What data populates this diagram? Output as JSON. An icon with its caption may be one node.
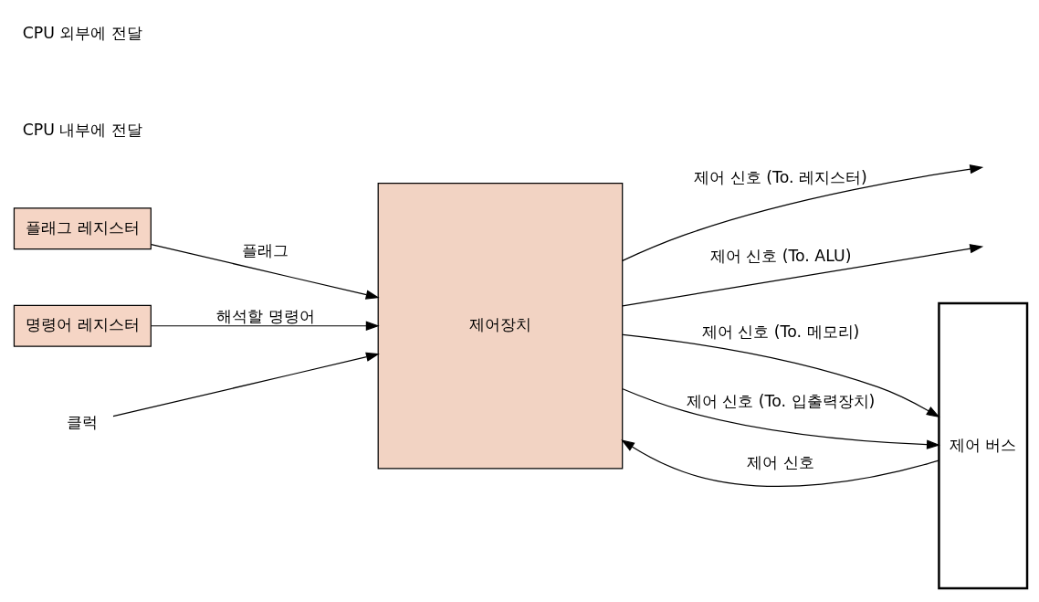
{
  "diagram": {
    "nodes": [
      {
        "text": [
          "플래그 레지스터"
        ]
      },
      {
        "text": [
          "명령어 레지스터"
        ]
      },
      {
        "text": [
          "클럭"
        ]
      },
      {
        "text": [
          "제어장치"
        ]
      },
      {
        "text": [
          "제어 버스"
        ]
      }
    ],
    "edges": [
      {
        "from": 0,
        "to": 3,
        "arrow": "to",
        "label": "플래그"
      },
      {
        "from": 1,
        "to": 3,
        "arrow": "to",
        "label": "해석할 명령어"
      },
      {
        "from": 2,
        "to": 3,
        "arrow": "to"
      },
      {
        "from": 3,
        "to": null,
        "arrow": "to",
        "label": "제어 신호 (To. 레지스터)"
      },
      {
        "from": 3,
        "to": null,
        "arrow": "to",
        "label": "제어 신호 (To. ALU)"
      },
      {
        "from": 3,
        "to": 4,
        "arrow": "to",
        "label": "제어 신호 (To. 메모리)"
      },
      {
        "from": 3,
        "to": 4,
        "arrow": "to",
        "label": "제어 신호 (To. 입출력장치)"
      },
      {
        "from": 4,
        "to": 3,
        "arrow": "to",
        "label": "제어 신호"
      }
    ],
    "labels": [
      "CPU 내부에 전달",
      "CPU 외부에 전달"
    ]
  }
}
